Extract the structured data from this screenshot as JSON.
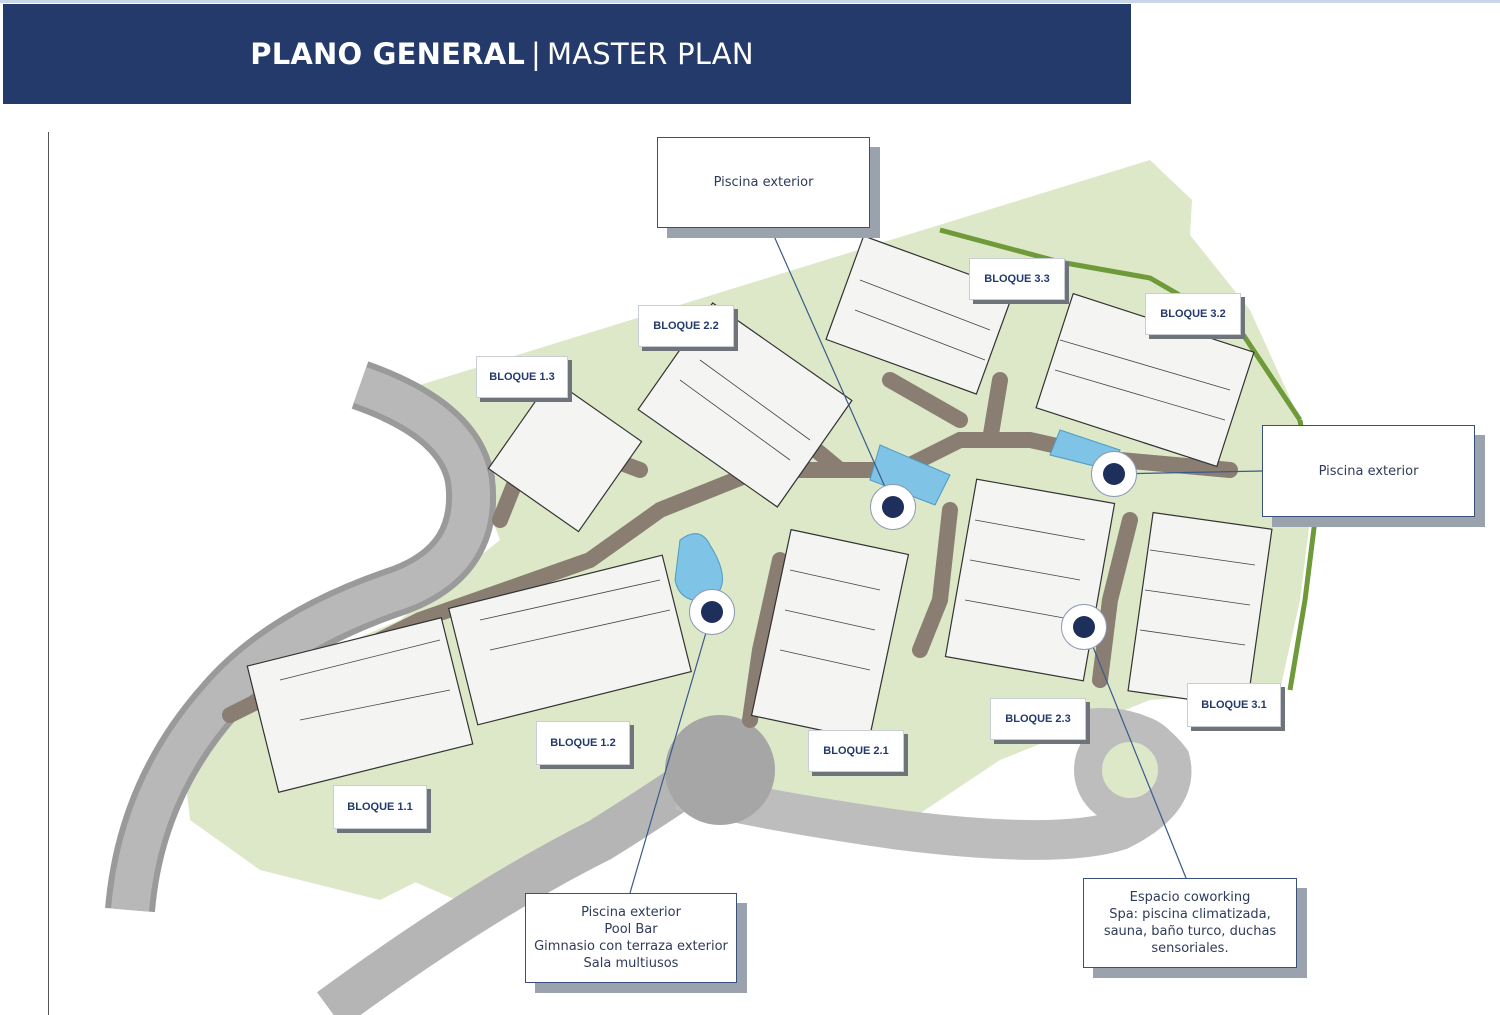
{
  "header": {
    "title_es": "PLANO GENERAL",
    "separator": "|",
    "title_en": "MASTER PLAN",
    "background": "#233a6b"
  },
  "blocks": [
    {
      "label": "BLOQUE 1.1"
    },
    {
      "label": "BLOQUE 1.2"
    },
    {
      "label": "BLOQUE 1.3"
    },
    {
      "label": "BLOQUE 2.1"
    },
    {
      "label": "BLOQUE 2.2"
    },
    {
      "label": "BLOQUE 2.3"
    },
    {
      "label": "BLOQUE 3.1"
    },
    {
      "label": "BLOQUE 3.2"
    },
    {
      "label": "BLOQUE 3.3"
    }
  ],
  "callouts": {
    "pool_top": {
      "lines": [
        "Piscina exterior"
      ]
    },
    "pool_right": {
      "lines": [
        "Piscina exterior"
      ]
    },
    "amenities": {
      "lines": [
        "Piscina exterior",
        "Pool Bar",
        "Gimnasio con terraza exterior",
        "Sala multiusos"
      ]
    },
    "spa": {
      "lines": [
        "Espacio coworking",
        "Spa: piscina climatizada,",
        "sauna, baño turco, duchas",
        "sensoriales."
      ]
    }
  },
  "map_colors": {
    "landscape": "#dde8c8",
    "road": "#9a9a9a",
    "path": "#8a7d72",
    "pool": "#7fc3e6",
    "marker": "#1f2f5c",
    "hedge": "#6f9a3a"
  }
}
